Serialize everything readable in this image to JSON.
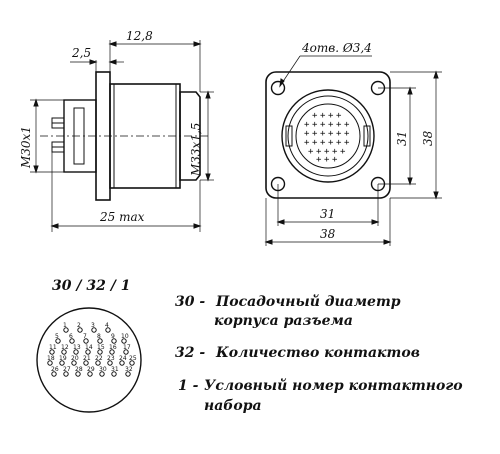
{
  "side_view": {
    "dim_flange": "2,5",
    "dim_length": "12,8",
    "dim_thread_left": "M30x1",
    "dim_thread_right": "M33x1,5",
    "dim_total": "25 max"
  },
  "front_view": {
    "holes_label": "4отв. Ø3,4",
    "dim_hole_spacing_v": "31",
    "dim_flange_v": "38",
    "dim_hole_spacing_h": "31",
    "dim_flange_h": "38"
  },
  "pin_layout": {
    "code": "30 / 32 / 1",
    "pins": [
      "1",
      "2",
      "3",
      "4",
      "5",
      "6",
      "7",
      "8",
      "9",
      "10",
      "11",
      "12",
      "13",
      "14",
      "15",
      "16",
      "17",
      "18",
      "19",
      "20",
      "21",
      "22",
      "23",
      "24",
      "25",
      "26",
      "27",
      "28",
      "29",
      "30",
      "31",
      "32"
    ]
  },
  "legend": [
    {
      "key": "30 -",
      "text": "Посадочный диаметр",
      "text2": "корпуса разъема"
    },
    {
      "key": "32 -",
      "text": "Количество контактов",
      "text2": ""
    },
    {
      "key": "1 -",
      "text": "Условный номер контактного",
      "text2": "набора"
    }
  ]
}
